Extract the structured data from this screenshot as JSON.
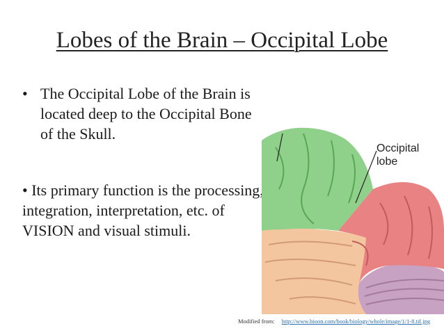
{
  "slide": {
    "title": "Lobes of the Brain – Occipital Lobe",
    "bullet_marker": "•",
    "bullet1": "The Occipital Lobe of the Brain is located deep to the Occipital Bone of the Skull.",
    "bullet2_marker": "•",
    "bullet2": "Its primary function is the processing, integration, interpretation, etc. of VISION and visual stimuli."
  },
  "figure": {
    "label_line1": "Occipital",
    "label_line2": "lobe",
    "colors": {
      "frontal_parietal": "#8fd18a",
      "occipital": "#e98383",
      "temporal": "#f3c6a0",
      "cerebellum": "#c8a2c2"
    }
  },
  "credit": {
    "prefix": "Modified from:",
    "link_text": "http://www.bioon.com/book/biology/whole/image/1/1-8.tif.jpg"
  }
}
